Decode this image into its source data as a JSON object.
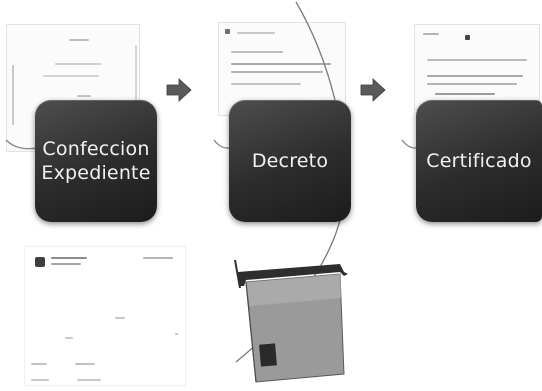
{
  "steps": [
    {
      "label": "Confeccion\nExpediente",
      "icon": "document-icon"
    },
    {
      "label": "Decreto",
      "icon": "document-icon"
    },
    {
      "label": "Certificado",
      "icon": "document-icon"
    }
  ],
  "connectors": [
    "arrow-right-icon",
    "arrow-right-icon"
  ],
  "extras": [
    "hanging-folder-icon",
    "document-icon"
  ],
  "colors": {
    "card": "#2c2c2c",
    "card_text": "#f2f2f2",
    "arrow": "#555555",
    "folder": "#8a8a8a"
  }
}
